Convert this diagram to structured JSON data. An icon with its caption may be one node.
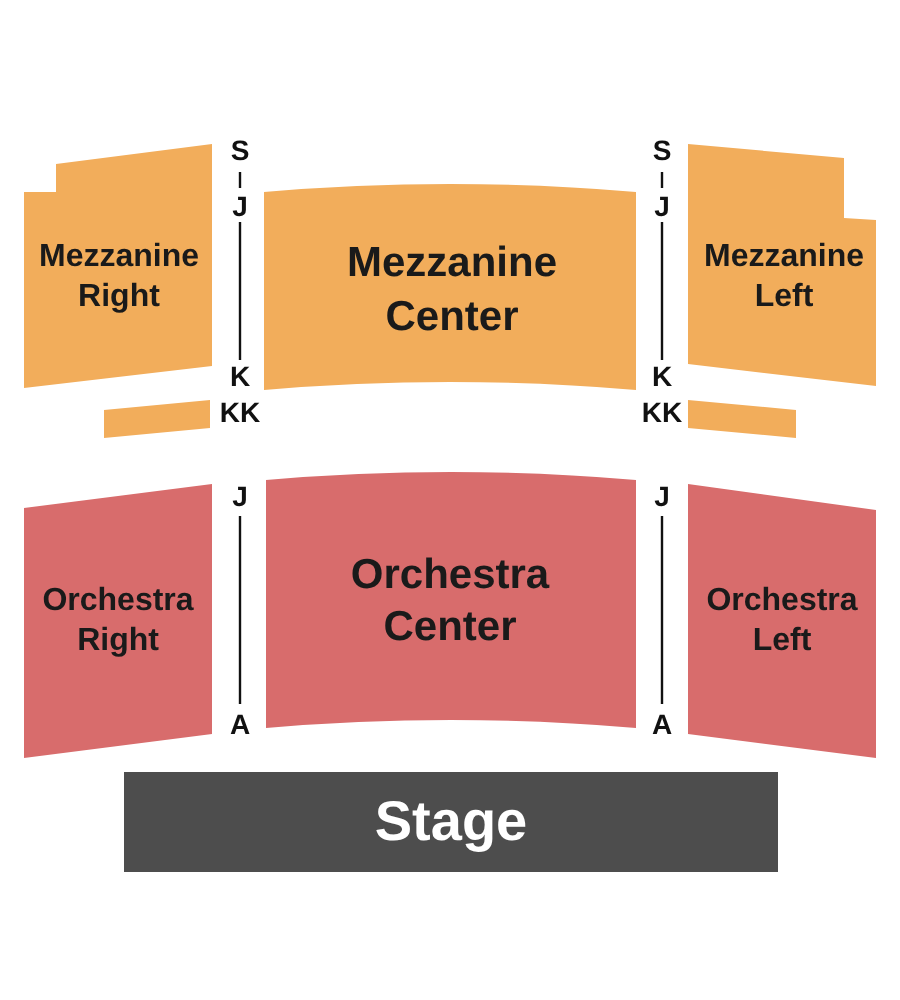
{
  "diagram": {
    "nodes": [
      {
        "text": [
          "Mezzanine Right"
        ]
      },
      {
        "text": [
          "Mezzanine Center"
        ]
      },
      {
        "text": [
          "Mezzanine Left"
        ]
      },
      {
        "text": [],
        "shape": "bar"
      },
      {
        "text": [],
        "shape": "bar"
      },
      {
        "text": [
          "Orchestra Right"
        ]
      },
      {
        "text": [
          "Orchestra Center"
        ]
      },
      {
        "text": [
          "Orchestra Left"
        ]
      },
      {
        "text": [
          "Stage"
        ]
      }
    ],
    "labels": [
      "S",
      "S",
      "J",
      "J",
      "K",
      "K",
      "KK",
      "KK",
      "J",
      "J",
      "A",
      "A"
    ]
  }
}
